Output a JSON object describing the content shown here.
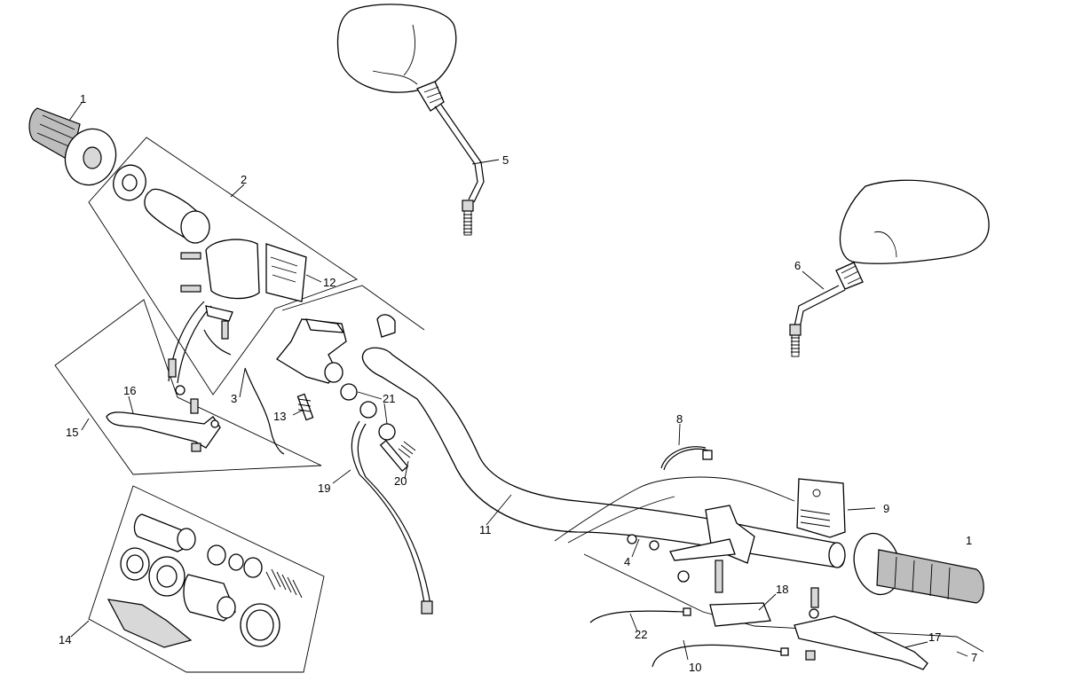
{
  "diagram": {
    "type": "exploded-parts-view",
    "callouts": [
      {
        "id": "1a",
        "label": "1",
        "part": "left-grip"
      },
      {
        "id": "1b",
        "label": "1",
        "part": "right-grip"
      },
      {
        "id": "2",
        "label": "2",
        "part": "throttle-assembly"
      },
      {
        "id": "3",
        "label": "3",
        "part": "throttle-cable-small"
      },
      {
        "id": "4",
        "label": "4",
        "part": "adjuster-screw"
      },
      {
        "id": "5",
        "label": "5",
        "part": "left-mirror"
      },
      {
        "id": "6",
        "label": "6",
        "part": "right-mirror"
      },
      {
        "id": "7",
        "label": "7",
        "part": "clutch-lever-group"
      },
      {
        "id": "8",
        "label": "8",
        "part": "cable-clip"
      },
      {
        "id": "9",
        "label": "9",
        "part": "left-switch"
      },
      {
        "id": "10",
        "label": "10",
        "part": "cable"
      },
      {
        "id": "11",
        "label": "11",
        "part": "handlebar"
      },
      {
        "id": "12",
        "label": "12",
        "part": "right-switch"
      },
      {
        "id": "13",
        "label": "13",
        "part": "stop-switch"
      },
      {
        "id": "14",
        "label": "14",
        "part": "master-cylinder-kit"
      },
      {
        "id": "15",
        "label": "15",
        "part": "brake-lever-group"
      },
      {
        "id": "16",
        "label": "16",
        "part": "brake-lever"
      },
      {
        "id": "17",
        "label": "17",
        "part": "clutch-lever"
      },
      {
        "id": "18",
        "label": "18",
        "part": "lever-bracket"
      },
      {
        "id": "19",
        "label": "19",
        "part": "brake-hose"
      },
      {
        "id": "20",
        "label": "20",
        "part": "bolt"
      },
      {
        "id": "21",
        "label": "21",
        "part": "washers"
      },
      {
        "id": "22",
        "label": "22",
        "part": "cable"
      }
    ]
  }
}
